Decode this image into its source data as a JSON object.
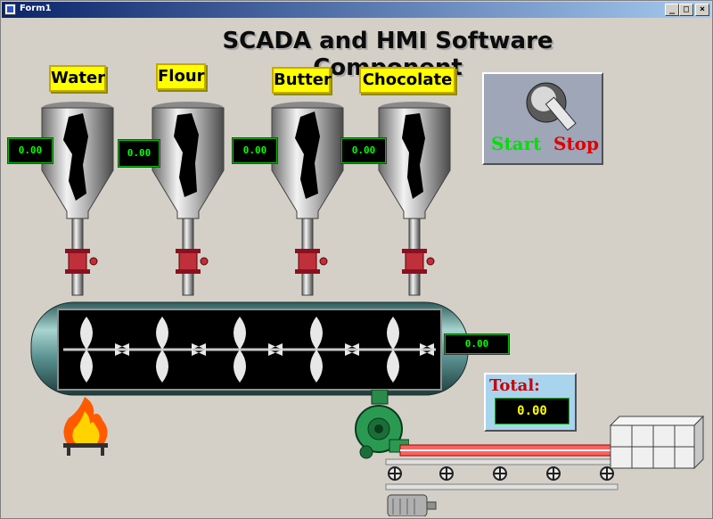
{
  "window": {
    "title": "Form1",
    "controls": {
      "minimize": "_",
      "maximize": "□",
      "close": "×"
    }
  },
  "heading": "SCADA and HMI Software Component",
  "ingredients": [
    {
      "name": "Water",
      "value": "0.00"
    },
    {
      "name": "Flour",
      "value": "0.00"
    },
    {
      "name": "Butter",
      "value": "0.00"
    },
    {
      "name": "Chocolate",
      "value": "0.00"
    }
  ],
  "mixer": {
    "value": "0.00"
  },
  "switch": {
    "start_label": "Start",
    "stop_label": "Stop"
  },
  "total": {
    "label": "Total:",
    "value": "0.00"
  },
  "icons": [
    "knob-switch-icon",
    "valve-icon",
    "fire-icon",
    "pump-icon",
    "motor-icon",
    "conveyor-icon",
    "crate-icon"
  ],
  "colors": {
    "display_text": "#00ff00",
    "label_bg": "#ffff00",
    "start": "#00e000",
    "stop": "#e00000",
    "total_label": "#cc0000",
    "total_text": "#ffff00"
  }
}
